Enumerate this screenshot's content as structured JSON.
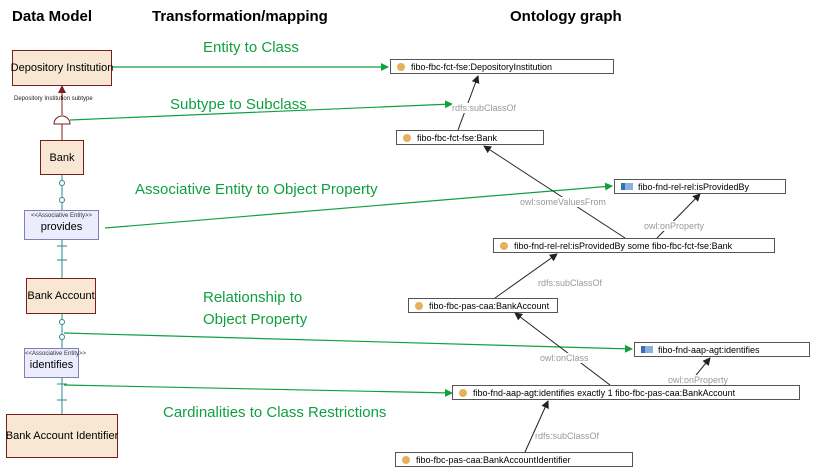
{
  "headers": {
    "data_model": "Data Model",
    "transformation": "Transformation/mapping",
    "ontology": "Ontology graph"
  },
  "data_model": {
    "depository_institution": "Depository Institution",
    "subtype_caption": "Depository Institution subtype",
    "bank": "Bank",
    "provides_stereotype": "<<Associative Entity>>",
    "provides": "provides",
    "bank_account": "Bank Account",
    "identifies_stereotype": "<<Associative Entity>>",
    "identifies": "identifies",
    "bank_account_identifier": "Bank Account Identifier"
  },
  "mappings": {
    "entity_to_class": "Entity to Class",
    "subtype_to_subclass": "Subtype to Subclass",
    "assoc_to_property": "Associative Entity to Object Property",
    "relationship_line1": "Relationship to",
    "relationship_line2": "Object Property",
    "cardinalities": "Cardinalities to Class Restrictions"
  },
  "ontology": {
    "depository_institution": "fibo-fbc-fct-fse:DepositoryInstitution",
    "bank": "fibo-fbc-fct-fse:Bank",
    "is_provided_by": "fibo-fnd-rel-rel:isProvidedBy",
    "restriction_provided_by": "fibo-fnd-rel-rel:isProvidedBy some fibo-fbc-fct-fse:Bank",
    "bank_account": "fibo-fbc-pas-caa:BankAccount",
    "identifies": "fibo-fnd-aap-agt:identifies",
    "restriction_identifies": "fibo-fnd-aap-agt:identifies exactly 1 fibo-fbc-pas-caa:BankAccount",
    "bank_account_identifier": "fibo-fbc-pas-caa:BankAccountIdentifier"
  },
  "edge_labels": {
    "subclass_1": "rdfs:subClassOf",
    "some_values_from": "owl:someValuesFrom",
    "on_property_1": "owl:onProperty",
    "subclass_2": "rdfs:subClassOf",
    "on_class": "owl:onClass",
    "on_property_2": "owl:onProperty",
    "subclass_3": "rdfs:subClassOf"
  },
  "colors": {
    "mapping_green": "#10a040",
    "entity_fill": "#f7e7d3",
    "entity_border": "#7a1f1f",
    "assoc_fill": "#ececfc",
    "connector_teal": "#2a8a8f",
    "class_dot": "#e3b25a",
    "property_icon": "#3b6fb0"
  }
}
